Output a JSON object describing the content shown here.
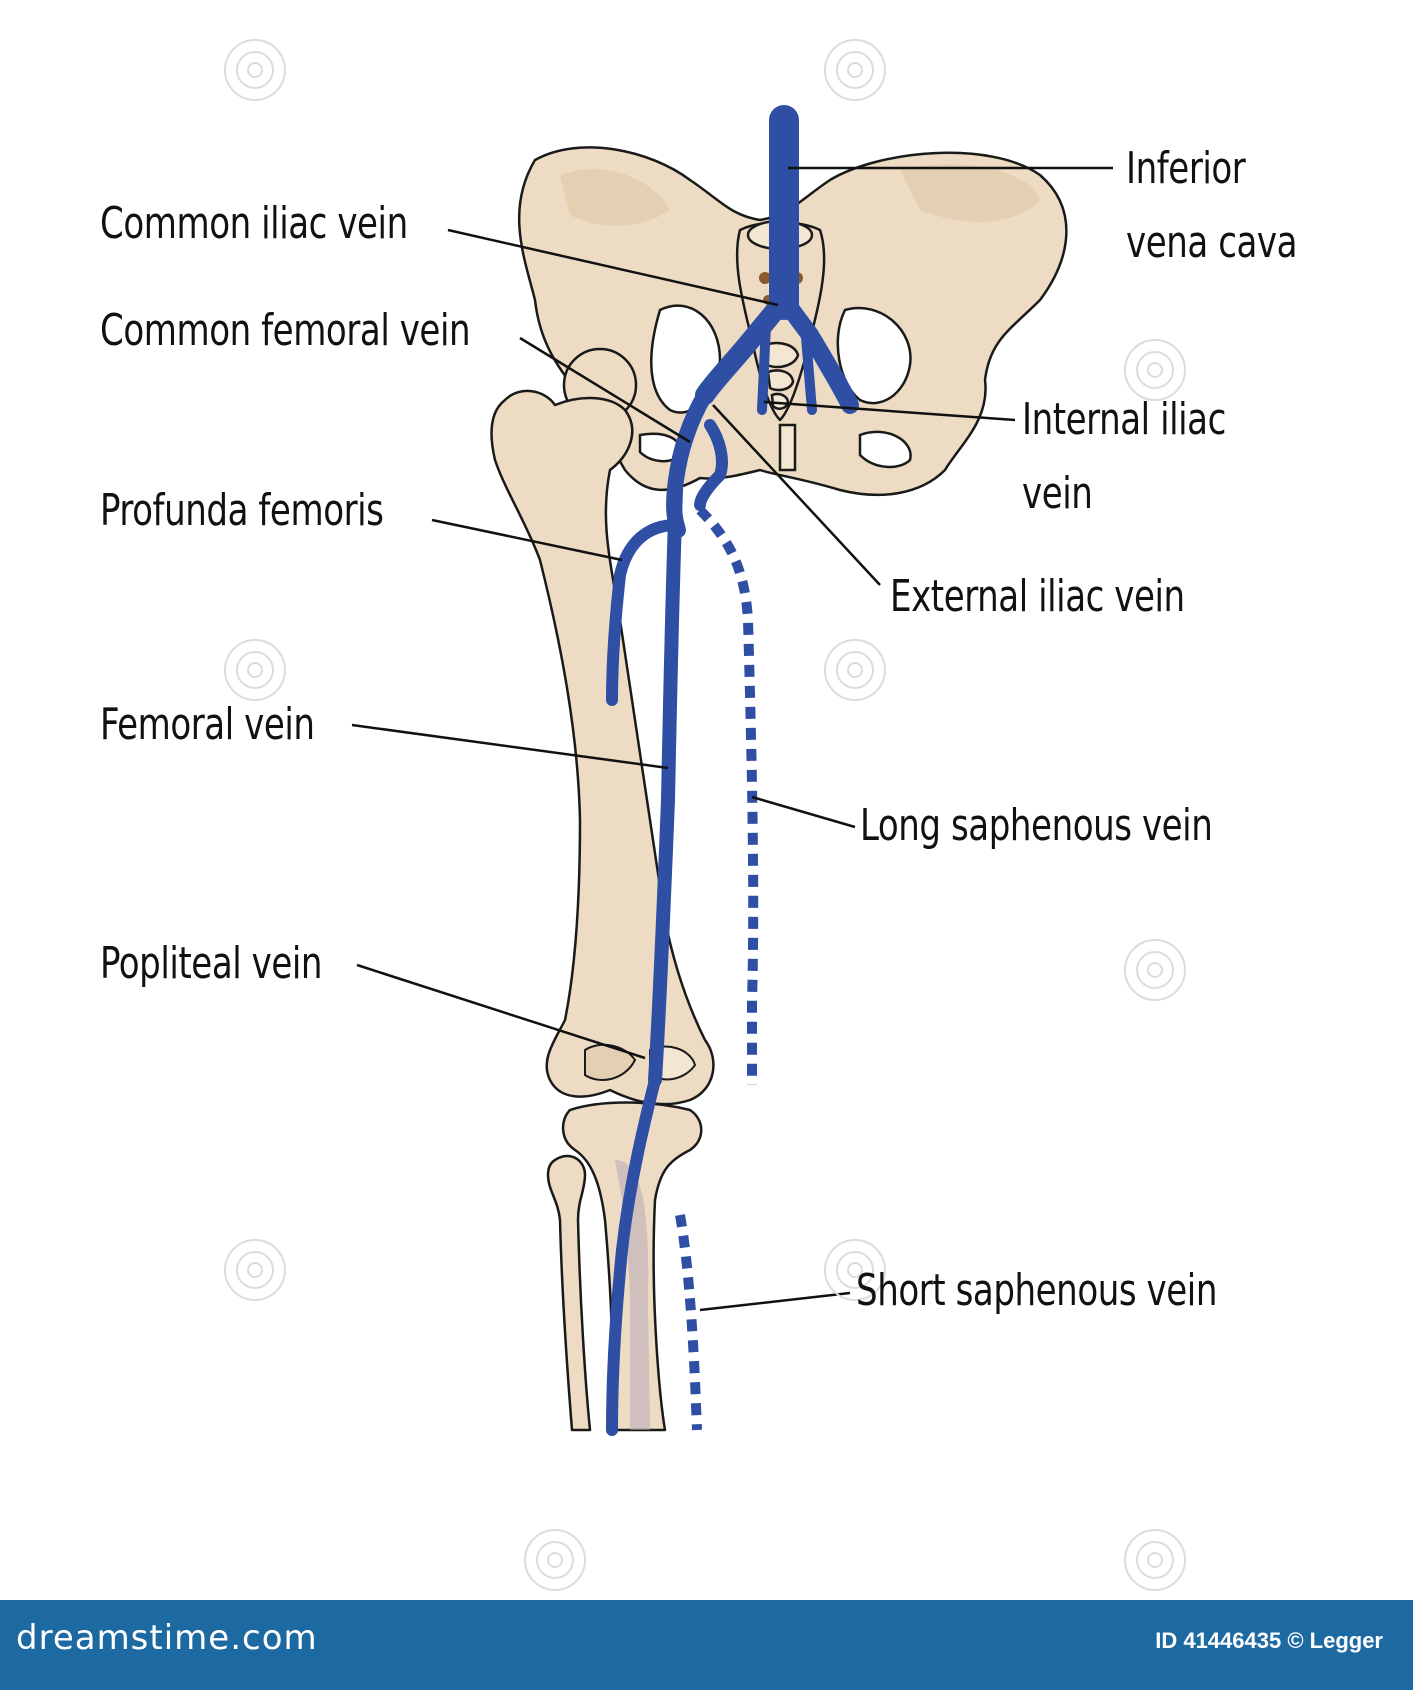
{
  "labels": {
    "inferior_vena_cava_1": "Inferior",
    "inferior_vena_cava_2": "vena cava",
    "common_iliac_vein": "Common iliac vein",
    "common_femoral_vein": "Common femoral vein",
    "internal_iliac_vein_1": "Internal iliac",
    "internal_iliac_vein_2": "vein",
    "profunda_femoris": "Profunda femoris",
    "external_iliac_vein": "External iliac vein",
    "femoral_vein": "Femoral vein",
    "long_saphenous_vein": "Long saphenous vein",
    "popliteal_vein": "Popliteal vein",
    "short_saphenous_vein": "Short saphenous vein"
  },
  "footer": {
    "brand": "dreamstime.com",
    "credit": "ID 41446435 © Legger"
  },
  "colors": {
    "bone": "#eddcc3",
    "bone_shade": "#e3cfb1",
    "vein": "#2e4fa3",
    "bone_outline": "#1a1a1a",
    "footer": "#1d6aa3"
  }
}
